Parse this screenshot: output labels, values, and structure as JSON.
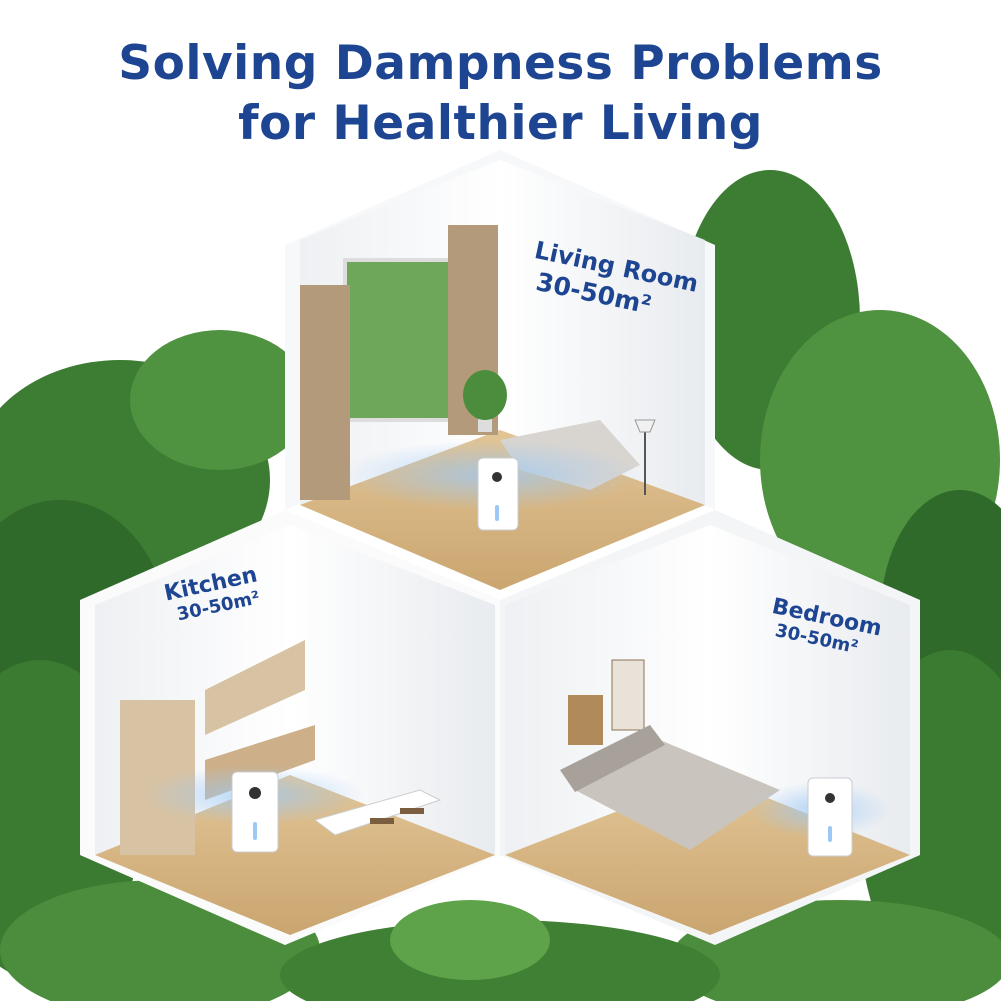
{
  "headline": {
    "line1": "Solving Dampness Problems",
    "line2": "for Healthier Living"
  },
  "rooms": {
    "living": {
      "name": "Living Room",
      "area": "30-50m²"
    },
    "kitchen": {
      "name": "Kitchen",
      "area": "30-50m²"
    },
    "bedroom": {
      "name": "Bedroom",
      "area": "30-50m²"
    }
  },
  "colors": {
    "headline": "#1d4591",
    "leaf_dark": "#2f6a2a",
    "leaf_light": "#5ea34a",
    "wall": "#f2f4f6",
    "floor": "#d9b98a",
    "airflow": "#7fb2e8"
  },
  "icons": {
    "dehumidifier": "dehumidifier-icon",
    "plant": "plant-icon"
  }
}
